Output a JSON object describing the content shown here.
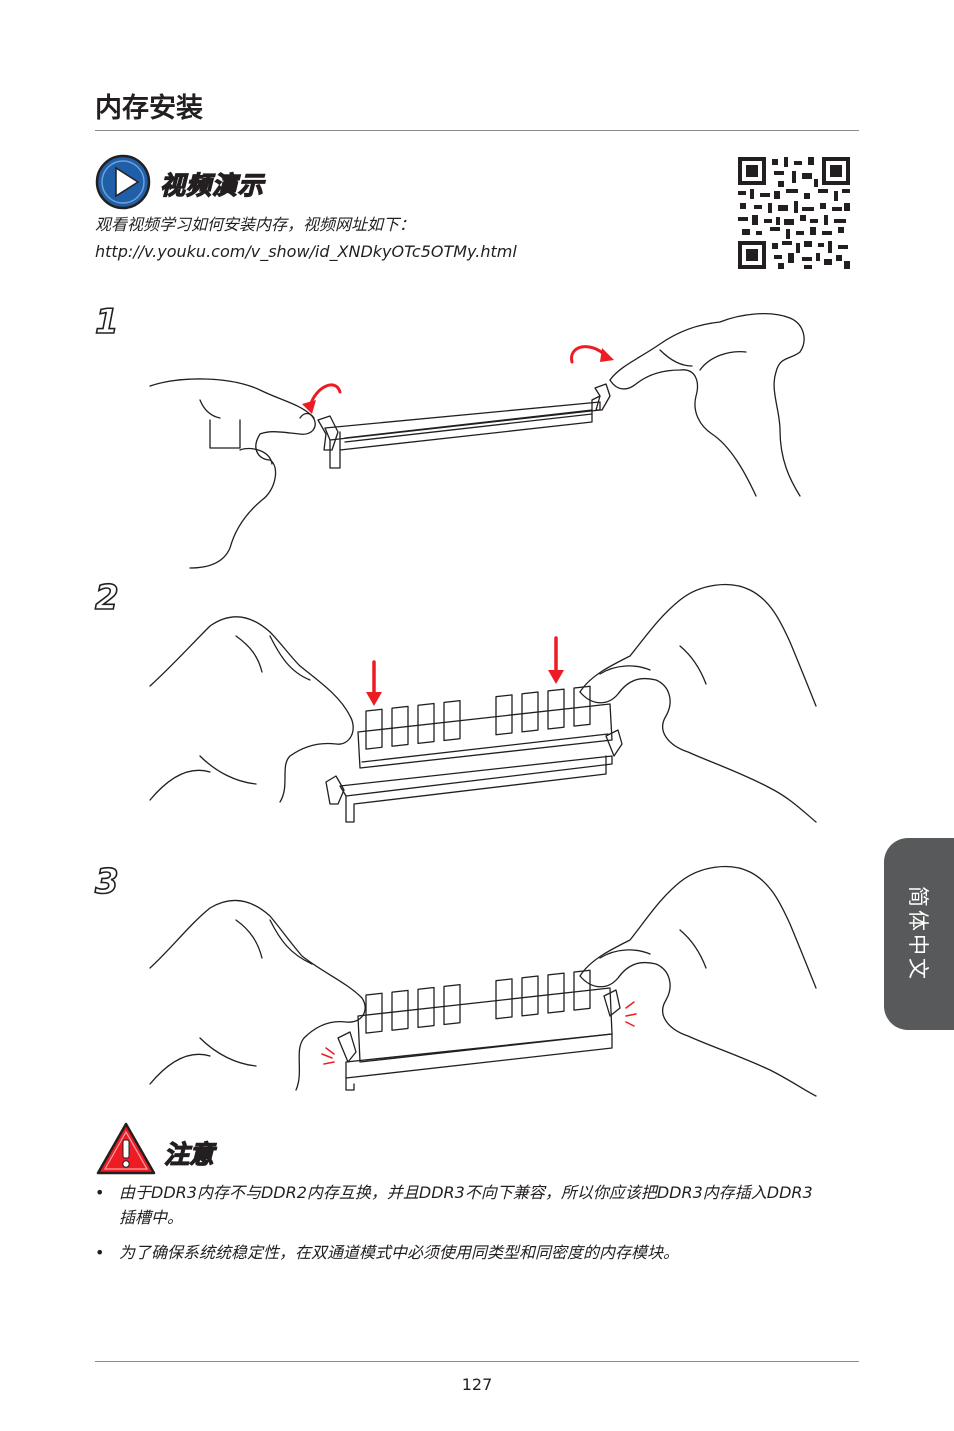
{
  "page": {
    "title": "内存安装",
    "page_number": "127",
    "side_tab_label": "简体中文"
  },
  "video": {
    "heading": "视频演示",
    "description": "观看视频学习如何安装内存，视频网址如下：",
    "url": "http://v.youku.com/v_show/id_XNDkyOTc5OTMy.html",
    "icon": "play-icon",
    "icon_color": "#1f5fa8"
  },
  "steps": [
    {
      "number": "1"
    },
    {
      "number": "2"
    },
    {
      "number": "3"
    }
  ],
  "caution": {
    "heading": "注意",
    "icon": "warning-icon",
    "icon_color": "#ed1c24",
    "notes": [
      "由于DDR3内存不与DDR2内存互换，并且DDR3不向下兼容，所以你应该把DDR3内存插入DDR3插槽中。",
      "为了确保系统统稳定性，在双通道模式中必须使用同类型和同密度的内存模块。"
    ]
  },
  "colors": {
    "accent_red": "#ed1c24",
    "tab_gray": "#58595b"
  }
}
